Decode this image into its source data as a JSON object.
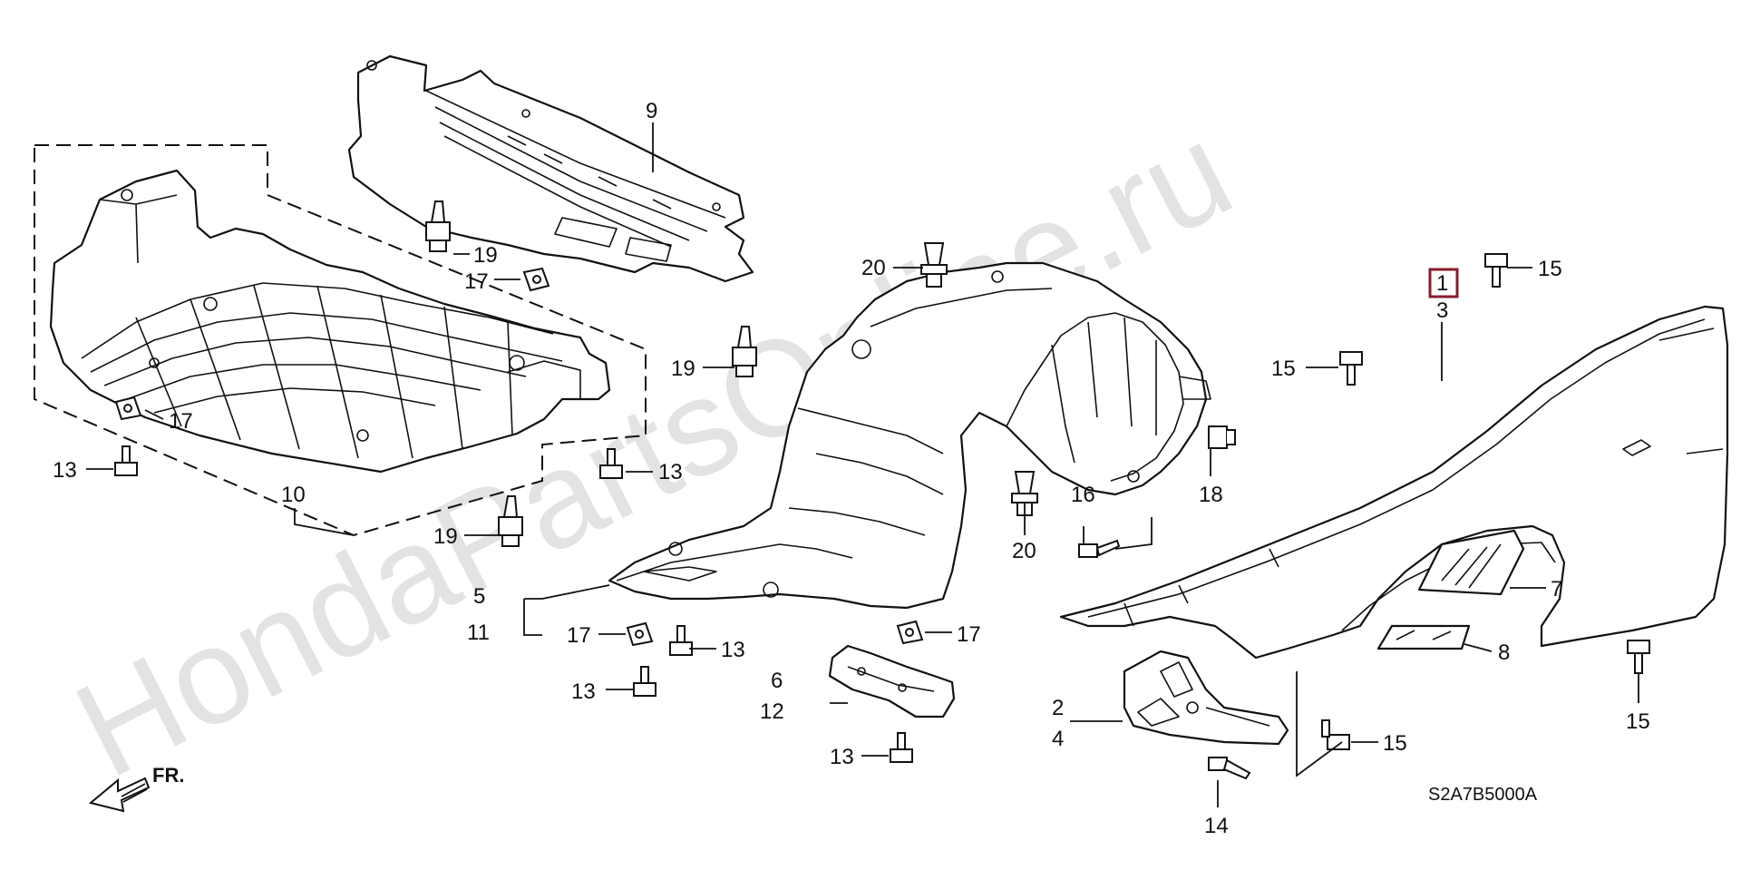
{
  "watermark": "HondaPartsOnline.ru",
  "diagram_code": "S2A7B5000A",
  "direction_label": "FR.",
  "callouts": {
    "c1": "1",
    "c3": "3",
    "c9": "9",
    "c10": "10",
    "c19a": "19",
    "c19b": "19",
    "c19c": "19",
    "c20a": "20",
    "c20b": "20",
    "c17a": "17",
    "c17b": "17",
    "c17c": "17",
    "c17d": "17",
    "c13a": "13",
    "c13b": "13",
    "c13c": "13",
    "c13d": "13",
    "c13e": "13",
    "c15a": "15",
    "c15b": "15",
    "c15c": "15",
    "c15d": "15",
    "c16": "16",
    "c18": "18",
    "c5": "5",
    "c11": "11",
    "c6": "6",
    "c12": "12",
    "c2": "2",
    "c4": "4",
    "c7": "7",
    "c8": "8",
    "c14": "14"
  },
  "colors": {
    "highlight_box": "#8b1a2b",
    "line": "#111111",
    "watermark": "#e3e3e3"
  }
}
